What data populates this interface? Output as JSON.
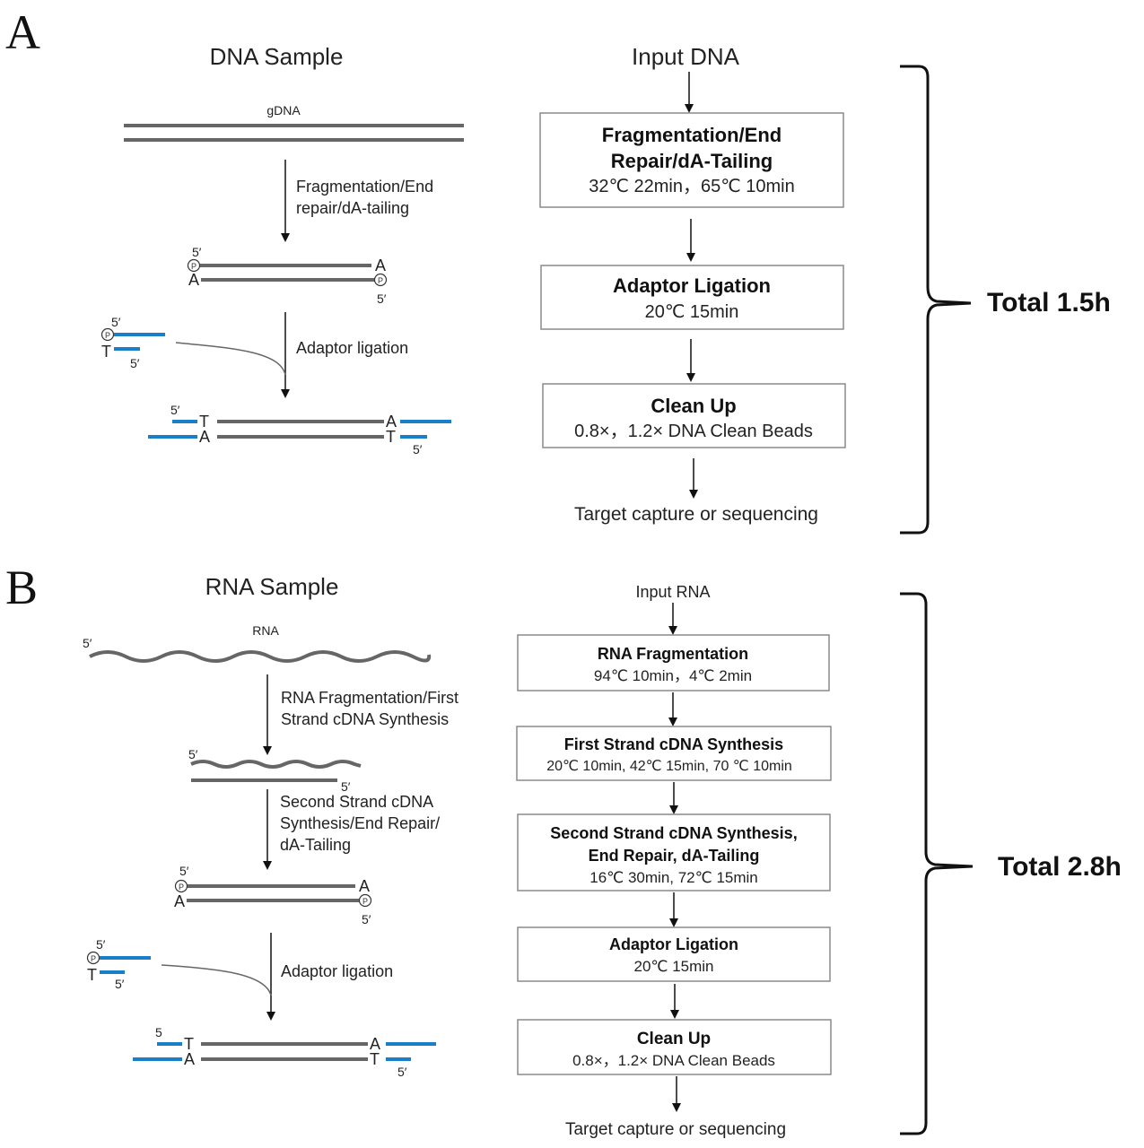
{
  "panel_a": {
    "letter": "A",
    "sample_title": "DNA Sample",
    "flow_title": "Input DNA",
    "gdna_label": "gDNA",
    "step1_label": [
      "Fragmentation/End",
      "repair/dA-tailing"
    ],
    "step2_label": "Adaptor ligation",
    "prime5": "5′",
    "base_a": "A",
    "base_t": "T",
    "phos": "P",
    "boxes": [
      {
        "title_lines": [
          "Fragmentation/End",
          "Repair/dA-Tailing"
        ],
        "detail": "32℃ 22min，65℃ 10min"
      },
      {
        "title_lines": [
          "Adaptor Ligation"
        ],
        "detail": "20℃ 15min"
      },
      {
        "title_lines": [
          "Clean Up"
        ],
        "detail": "0.8×，1.2× DNA Clean Beads"
      }
    ],
    "output": "Target capture or sequencing",
    "total": "Total 1.5h"
  },
  "panel_b": {
    "letter": "B",
    "sample_title": "RNA Sample",
    "flow_title": "Input RNA",
    "rna_label": "RNA",
    "step1_label": [
      "RNA Fragmentation/First",
      "Strand cDNA Synthesis"
    ],
    "step2_label": [
      "Second Strand cDNA",
      "Synthesis/End Repair/",
      "dA-Tailing"
    ],
    "step3_label": "Adaptor ligation",
    "prime5": "5′",
    "prime5_plain": "5",
    "base_a": "A",
    "base_t": "T",
    "phos": "P",
    "boxes": [
      {
        "title_lines": [
          "RNA Fragmentation"
        ],
        "detail": "94℃ 10min，4℃ 2min"
      },
      {
        "title_lines": [
          "First Strand cDNA Synthesis"
        ],
        "detail": "20℃ 10min, 42℃ 15min, 70 ℃ 10min"
      },
      {
        "title_lines": [
          "Second Strand cDNA Synthesis,",
          "End Repair, dA-Tailing"
        ],
        "detail": "16℃ 30min, 72℃ 15min"
      },
      {
        "title_lines": [
          "Adaptor Ligation"
        ],
        "detail": "20℃ 15min"
      },
      {
        "title_lines": [
          "Clean Up"
        ],
        "detail": "0.8×，1.2× DNA Clean Beads"
      }
    ],
    "output": "Target capture or sequencing",
    "total": "Total 2.8h"
  },
  "colors": {
    "dna_strand": "#666666",
    "adaptor": "#1a7fc9",
    "box_border": "#8a8a8a"
  }
}
